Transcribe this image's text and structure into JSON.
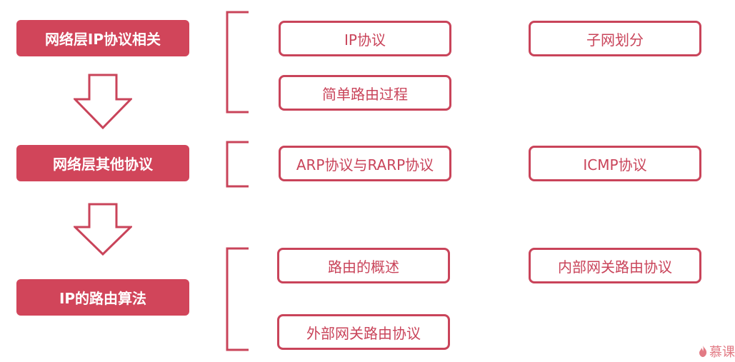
{
  "categories": [
    {
      "label": "网络层IP协议相关"
    },
    {
      "label": "网络层其他协议"
    },
    {
      "label": "IP的路由算法"
    }
  ],
  "items": [
    {
      "label": "IP协议"
    },
    {
      "label": "子网划分"
    },
    {
      "label": "简单路由过程"
    },
    {
      "label": "ARP协议与RARP协议"
    },
    {
      "label": "ICMP协议"
    },
    {
      "label": "路由的概述"
    },
    {
      "label": "内部网关路由协议"
    },
    {
      "label": "外部网关路由协议"
    }
  ],
  "brand": {
    "text": "慕课",
    "icon": "flame-icon"
  },
  "colors": {
    "accent": "#d1455a",
    "outline": "#c9445a",
    "bracket": "#c9445a"
  }
}
